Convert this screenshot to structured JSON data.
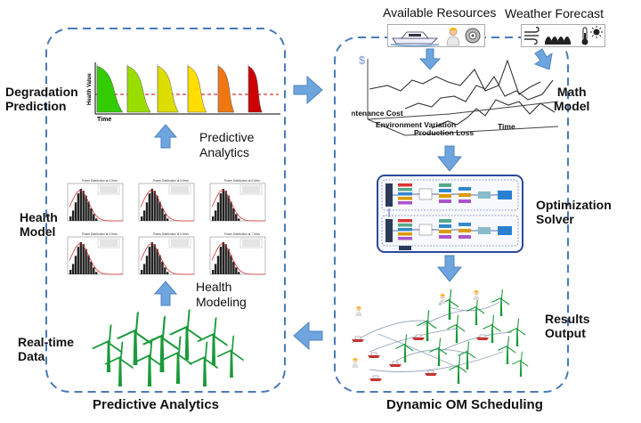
{
  "left_panel": {
    "title": "Predictive Analytics",
    "degradation_label": [
      "Degradation",
      "Prediction"
    ],
    "health_model_label": [
      "Health",
      "Model"
    ],
    "realtime_label": [
      "Real-time",
      "Data"
    ],
    "predictive_analytics_label": [
      "Predictive",
      "Analytics"
    ],
    "health_modeling_label": [
      "Health",
      "Modeling"
    ],
    "mini_axis_y": "Health Value",
    "mini_axis_x": "Time",
    "distribution_titles": [
      "Power Distribution at 4.5m/s",
      "Power Distribution at 5.5m/s",
      "Power Distribution at 6.5m/s",
      "Power Distribution at 4.5m/s",
      "Power Distribution at 5.5m/s",
      "Power Distribution at 7.5m/s"
    ]
  },
  "right_panel": {
    "title": "Dynamic OM Scheduling",
    "available_resources": "Available Resources",
    "weather_forecast": "Weather Forecast",
    "math_model_label": [
      "Math",
      "Model"
    ],
    "optimization_label": [
      "Optimization",
      "Solver"
    ],
    "results_label": [
      "Results",
      "Output"
    ],
    "currency_symbol": "$",
    "maintenance_cost": "Maintenance Cost",
    "environment_variation": "Environment Variation",
    "production_loss": "Production Loss",
    "time_label": "Time"
  },
  "colors": {
    "panel_border": "#4a7ab8",
    "arrow": "#6a9fd8",
    "turbine_green": "#1a9a3a",
    "curve_colors": [
      "#33cc00",
      "#99dd00",
      "#dddd00",
      "#ffdd00",
      "#ee7711",
      "#cc0000"
    ]
  },
  "icons": [
    "boat-icon",
    "technician-icon",
    "spare-part-icon",
    "wind-icon",
    "wave-icon",
    "thermometer-icon",
    "sun-icon"
  ]
}
